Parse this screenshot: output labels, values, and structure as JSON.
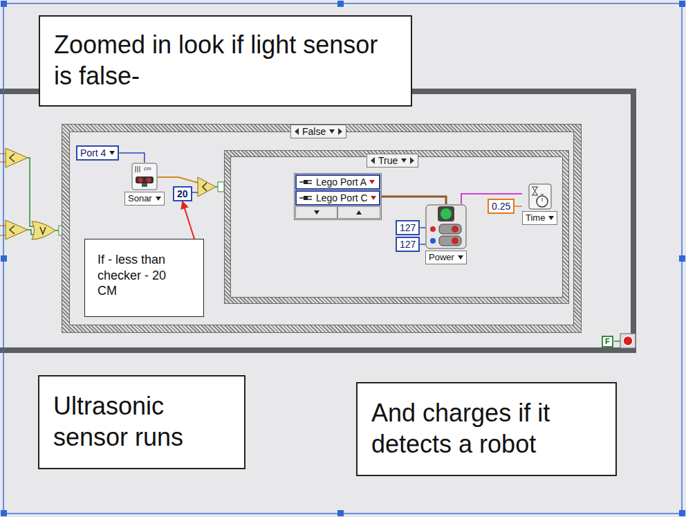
{
  "diagram": {
    "nodes": [
      {
        "text": [
          "Zoomed in look if light sensor is false-"
        ]
      },
      {
        "text": [
          "False"
        ]
      },
      {
        "text": [
          "Port 4"
        ],
        "in": 1
      },
      {
        "text": [
          "Sonar"
        ],
        "in": 1
      },
      {
        "text": [
          "20"
        ],
        "in": 1
      },
      {
        "text": [
          "True"
        ],
        "in": 1
      },
      {
        "text": [
          "Lego Port A",
          "Lego Port C"
        ],
        "in": 5
      },
      {
        "text": [
          "127"
        ],
        "in": 5
      },
      {
        "text": [
          "127"
        ],
        "in": 5
      },
      {
        "text": [
          "Power"
        ],
        "in": 5
      },
      {
        "text": [
          "0.25"
        ],
        "in": 5
      },
      {
        "text": [
          "Time"
        ],
        "in": 5
      },
      {
        "text": [
          "If - less than checker - 20 CM"
        ],
        "in": 1
      },
      {
        "text": [
          "Ultrasonic sensor runs"
        ]
      },
      {
        "text": [
          "And charges if it detects a robot"
        ]
      }
    ],
    "edges": [
      {
        "from": 2,
        "to": 3,
        "arrow": "none"
      },
      {
        "from": 6,
        "to": 9,
        "arrow": "none"
      },
      {
        "from": 7,
        "to": 9,
        "arrow": "none"
      },
      {
        "from": 8,
        "to": 9,
        "arrow": "none"
      },
      {
        "from": 9,
        "to": 11,
        "arrow": "none"
      },
      {
        "from": 10,
        "to": 11,
        "arrow": "none"
      },
      {
        "from": 12,
        "to": 4,
        "arrow": "to"
      }
    ],
    "labels": [
      "cm",
      "F"
    ]
  }
}
